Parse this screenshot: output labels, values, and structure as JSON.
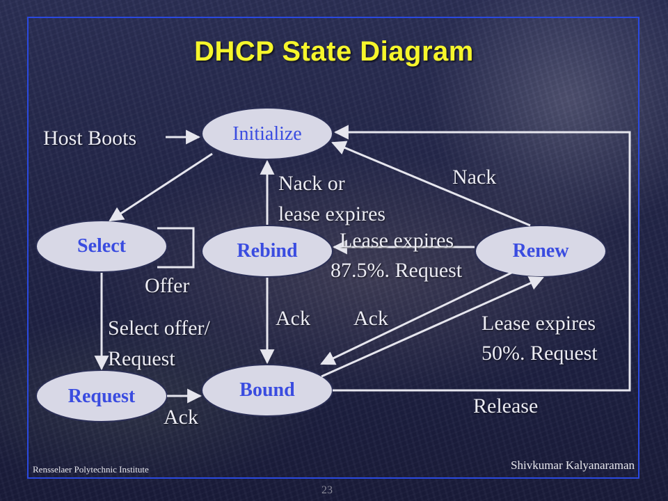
{
  "slide": {
    "title": "DHCP State Diagram",
    "footer_left": "Rensselaer Polytechnic Institute",
    "footer_right": "Shivkumar Kalyanaraman",
    "page_number": "23"
  },
  "states": {
    "initialize": "Initialize",
    "select": "Select",
    "rebind": "Rebind",
    "renew": "Renew",
    "request": "Request",
    "bound": "Bound"
  },
  "transitions": {
    "host_boots": "Host Boots",
    "nack_or": "Nack or",
    "lease_expires": "lease expires",
    "nack": "Nack",
    "lease_expires_875_line1": "Lease expires",
    "lease_expires_875_line2": "87.5%. Request",
    "offer": "Offer",
    "ack_rebind": "Ack",
    "ack_renew": "Ack",
    "select_offer_line1": "Select offer/",
    "select_offer_line2": "Request",
    "lease_expires_50_line1": "Lease expires",
    "lease_expires_50_line2": "50%. Request",
    "release": "Release",
    "ack_request": "Ack"
  },
  "colors": {
    "title": "#f6f62b",
    "frame": "#2a49e0",
    "state_text": "#3a4ce0",
    "ellipse_fill": "#d8d8e6",
    "line": "#e6e6ee"
  }
}
